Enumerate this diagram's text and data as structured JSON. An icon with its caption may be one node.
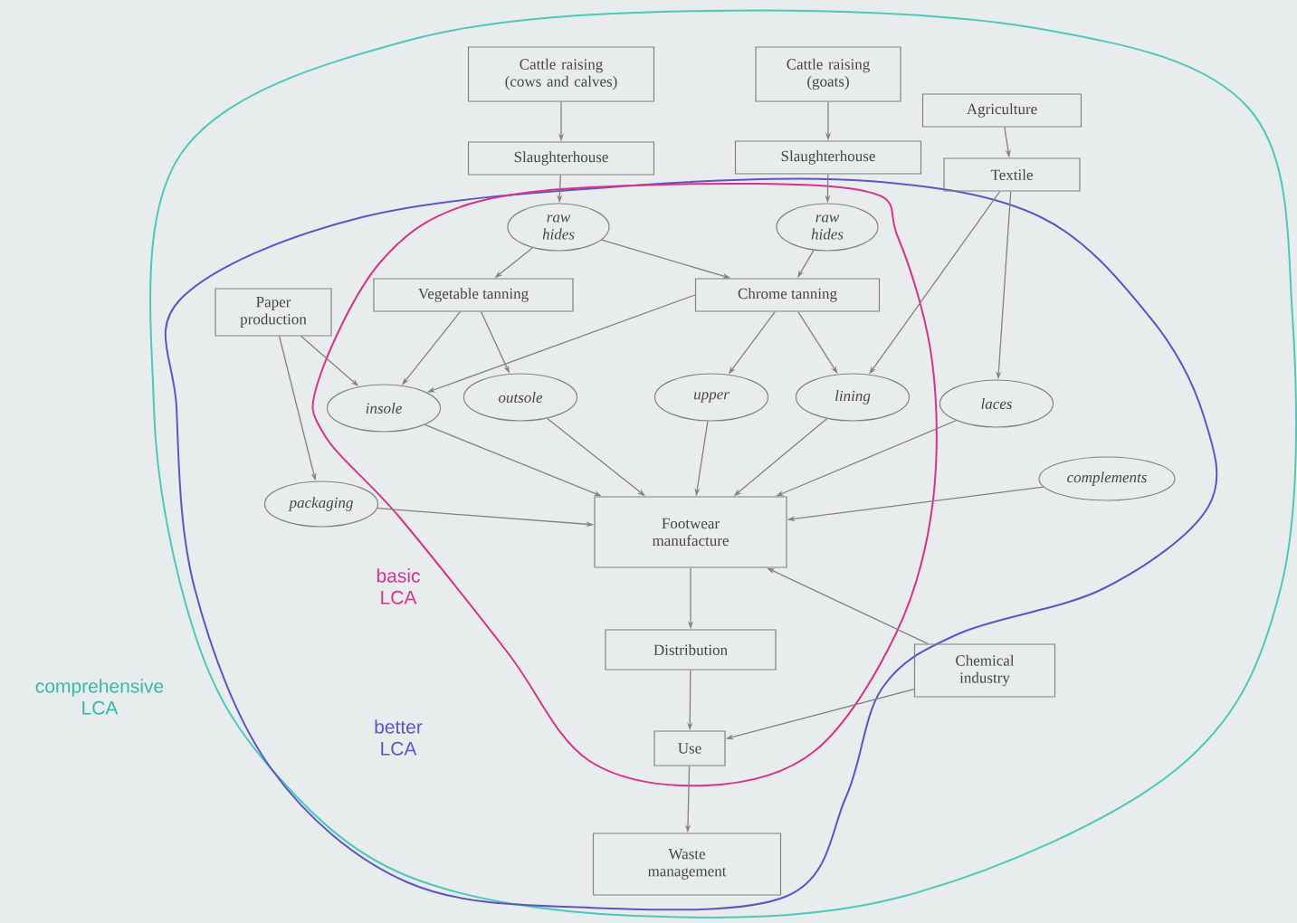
{
  "diagram": {
    "nodes": [
      {
        "text": [
          "Cattle raising (cows and calves)"
        ]
      },
      {
        "text": [
          "Cattle raising (goats)"
        ]
      },
      {
        "text": [
          "Agriculture"
        ]
      },
      {
        "text": [
          "Slaughterhouse"
        ]
      },
      {
        "text": [
          "Slaughterhouse"
        ]
      },
      {
        "text": [
          "Textile"
        ]
      },
      {
        "text": [
          "raw hides"
        ]
      },
      {
        "text": [
          "raw hides"
        ]
      },
      {
        "text": [
          "Paper production"
        ]
      },
      {
        "text": [
          "Vegetable tanning"
        ]
      },
      {
        "text": [
          "Chrome tanning"
        ]
      },
      {
        "text": [
          "insole"
        ]
      },
      {
        "text": [
          "outsole"
        ]
      },
      {
        "text": [
          "upper"
        ]
      },
      {
        "text": [
          "lining"
        ]
      },
      {
        "text": [
          "laces"
        ]
      },
      {
        "text": [
          "complements"
        ]
      },
      {
        "text": [
          "packaging"
        ]
      },
      {
        "text": [
          "Footwear manufacture"
        ]
      },
      {
        "text": [
          "Distribution"
        ]
      },
      {
        "text": [
          "Chemical industry"
        ]
      },
      {
        "text": [
          "Use"
        ]
      },
      {
        "text": [
          "Waste management"
        ]
      }
    ],
    "edges": [
      {
        "from": 0,
        "to": 3,
        "arrow": "to"
      },
      {
        "from": 1,
        "to": 4,
        "arrow": "to"
      },
      {
        "from": 2,
        "to": 5,
        "arrow": "to"
      },
      {
        "from": 3,
        "to": 6,
        "arrow": "to"
      },
      {
        "from": 4,
        "to": 7,
        "arrow": "to"
      },
      {
        "from": 6,
        "to": 9,
        "arrow": "to"
      },
      {
        "from": 6,
        "to": 10,
        "arrow": "to"
      },
      {
        "from": 7,
        "to": 10,
        "arrow": "to"
      },
      {
        "from": 5,
        "to": 14,
        "arrow": "to"
      },
      {
        "from": 5,
        "to": 15,
        "arrow": "to"
      },
      {
        "from": 8,
        "to": 11,
        "arrow": "to"
      },
      {
        "from": 8,
        "to": 17,
        "arrow": "to"
      },
      {
        "from": 9,
        "to": 11,
        "arrow": "to"
      },
      {
        "from": 9,
        "to": 12,
        "arrow": "to"
      },
      {
        "from": 10,
        "to": 11,
        "arrow": "to"
      },
      {
        "from": 10,
        "to": 13,
        "arrow": "to"
      },
      {
        "from": 10,
        "to": 14,
        "arrow": "to"
      },
      {
        "from": 11,
        "to": 18,
        "arrow": "to"
      },
      {
        "from": 12,
        "to": 18,
        "arrow": "to"
      },
      {
        "from": 13,
        "to": 18,
        "arrow": "to"
      },
      {
        "from": 14,
        "to": 18,
        "arrow": "to"
      },
      {
        "from": 15,
        "to": 18,
        "arrow": "to"
      },
      {
        "from": 16,
        "to": 18,
        "arrow": "to"
      },
      {
        "from": 17,
        "to": 18,
        "arrow": "to"
      },
      {
        "from": 20,
        "to": 18,
        "arrow": "to"
      },
      {
        "from": 18,
        "to": 19,
        "arrow": "to"
      },
      {
        "from": 19,
        "to": 21,
        "arrow": "to"
      },
      {
        "from": 20,
        "to": 21,
        "arrow": "to"
      },
      {
        "from": 21,
        "to": 22,
        "arrow": "to"
      }
    ],
    "labels": [
      "basic LCA",
      "comprehensive LCA",
      "better LCA"
    ]
  }
}
